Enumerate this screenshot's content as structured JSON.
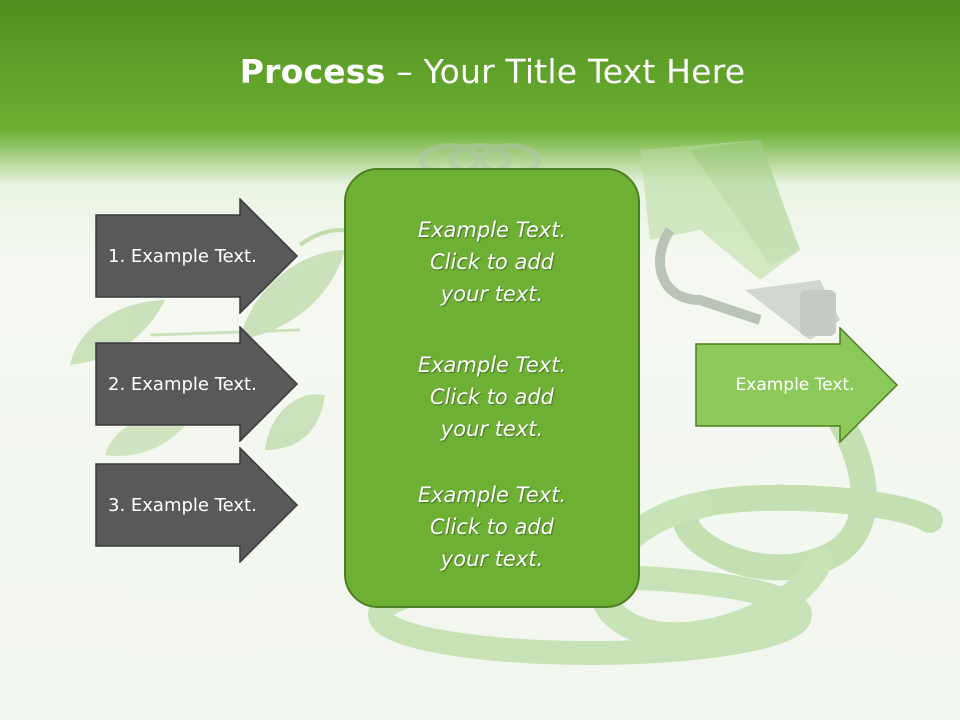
{
  "title": {
    "bold": "Process",
    "separator": " – ",
    "rest": "Your Title Text Here"
  },
  "left_arrows": [
    {
      "label": "1. Example Text."
    },
    {
      "label": "2. Example Text."
    },
    {
      "label": "3. Example Text."
    }
  ],
  "center_box": {
    "blocks": [
      {
        "lines": [
          "Example Text.",
          "Click  to add",
          "your text."
        ]
      },
      {
        "lines": [
          "Example Text.",
          "Click  to add",
          "your text."
        ]
      },
      {
        "lines": [
          "Example Text.",
          "Click  to add",
          "your text."
        ]
      }
    ]
  },
  "right_arrow": {
    "label": "Example Text."
  },
  "colors": {
    "header_green": "#6db033",
    "dark_arrow": "#595959",
    "light_arrow": "#8dc85b",
    "box_green": "#6db033"
  }
}
